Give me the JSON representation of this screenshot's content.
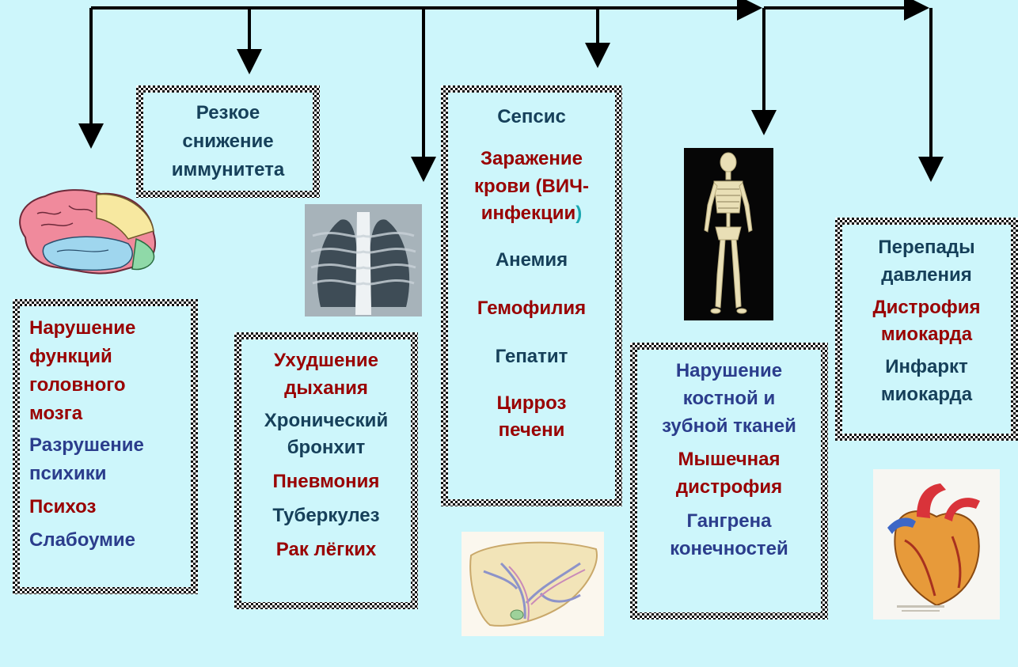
{
  "colors": {
    "background": "#cdf6fb",
    "red_text": "#990000",
    "blue_text": "#2b3d8c",
    "dark_text": "#16405a",
    "arrows": "#000000"
  },
  "boxes": {
    "immunity": {
      "line1": "Резкое\nснижение\nиммунитета"
    },
    "brain": {
      "item1": "Нарушение\nфункций\nголовного\nмозга",
      "item2": "Разрушение\nпсихики",
      "item3": "Психоз",
      "item4": "Слабоумие"
    },
    "lungs": {
      "item1": "Ухудшение\nдыхания",
      "item2": "Хронический\nбронхит",
      "item3": "Пневмония",
      "item4": "Туберкулез",
      "item5": "Рак лёгких"
    },
    "blood": {
      "item1": "Сепсис",
      "item2": "Заражение\nкрови (ВИЧ-\nинфекции",
      "item2_paren": ")",
      "item3": "Анемия",
      "item4": "Гемофилия",
      "item5": "Гепатит",
      "item6": "Цирроз\nпечени"
    },
    "bones": {
      "item1": "Нарушение\nкостной и\nзубной тканей",
      "item2": "Мышечная\nдистрофия",
      "item3": "Гангрена\nконечностей"
    },
    "heart": {
      "item1": "Перепады\nдавления",
      "item2": "Дистрофия\nмиокарда",
      "item3": "Инфаркт\nмиокарда"
    }
  },
  "images": [
    "brain-icon",
    "xray-lungs-icon",
    "skeleton-icon",
    "liver-icon",
    "heart-icon"
  ]
}
